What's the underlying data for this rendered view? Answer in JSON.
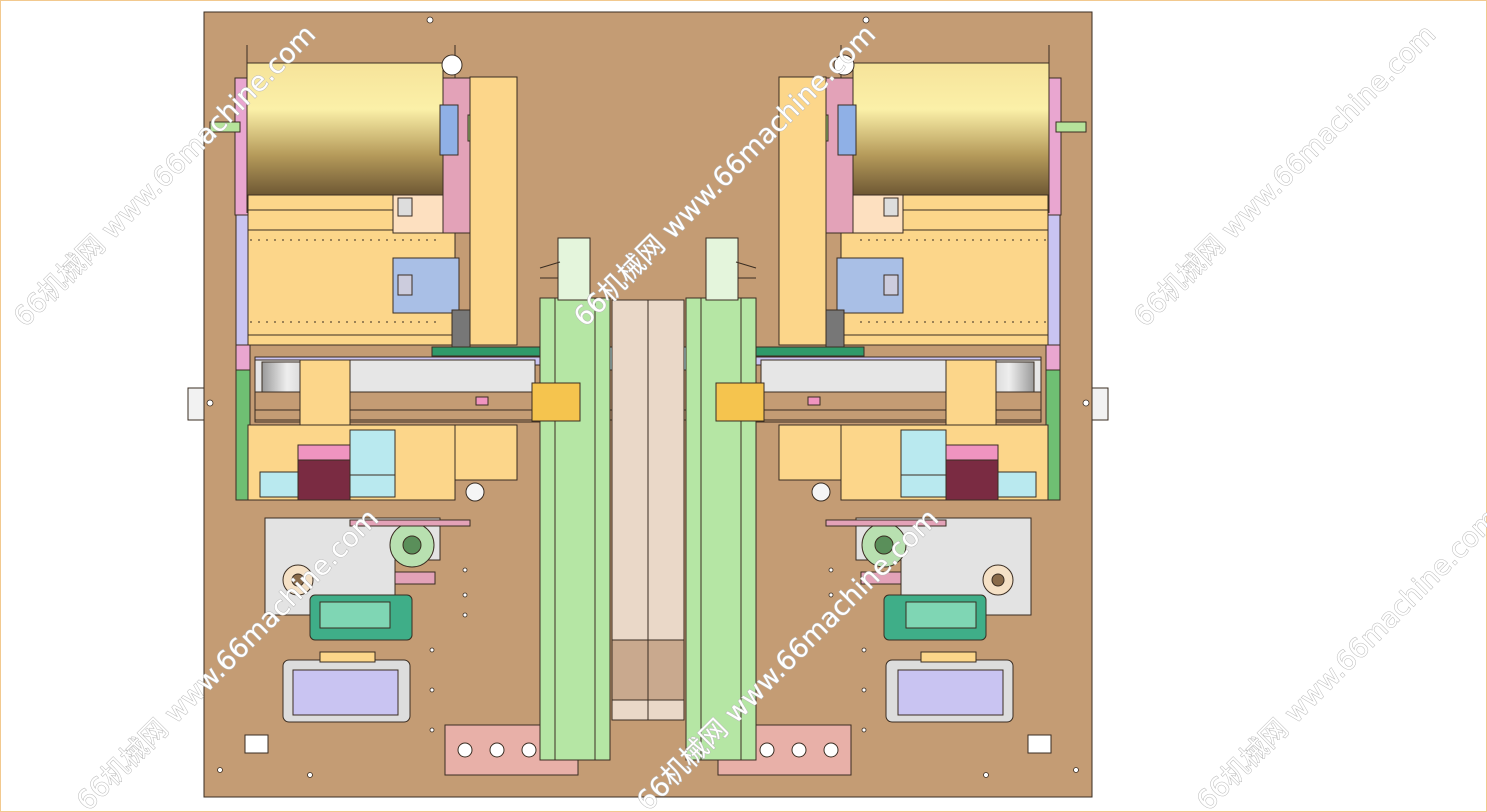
{
  "drawing": {
    "title": "Dual-spool machine assembly, top view",
    "colors": {
      "base_plate": "#c49c74",
      "frame": "#fcd68a",
      "rail": "#b5e6a4",
      "motor_blue": "#a9bfe6",
      "side_plate_pink": "#e9a6d0",
      "side_plate_lavender": "#c9c4f2",
      "outline": "#3a2d22"
    }
  },
  "watermarks": [
    {
      "text": "66机械网 www.66machine.com"
    },
    {
      "text": "66机械网 www.66machine.com"
    },
    {
      "text": "66机械网 www.66machine.com"
    },
    {
      "text": "66机械网 www.66machine.com"
    },
    {
      "text": "66机械网 www.66machine.com"
    },
    {
      "text": "66机械网 www.66machine.com"
    }
  ]
}
